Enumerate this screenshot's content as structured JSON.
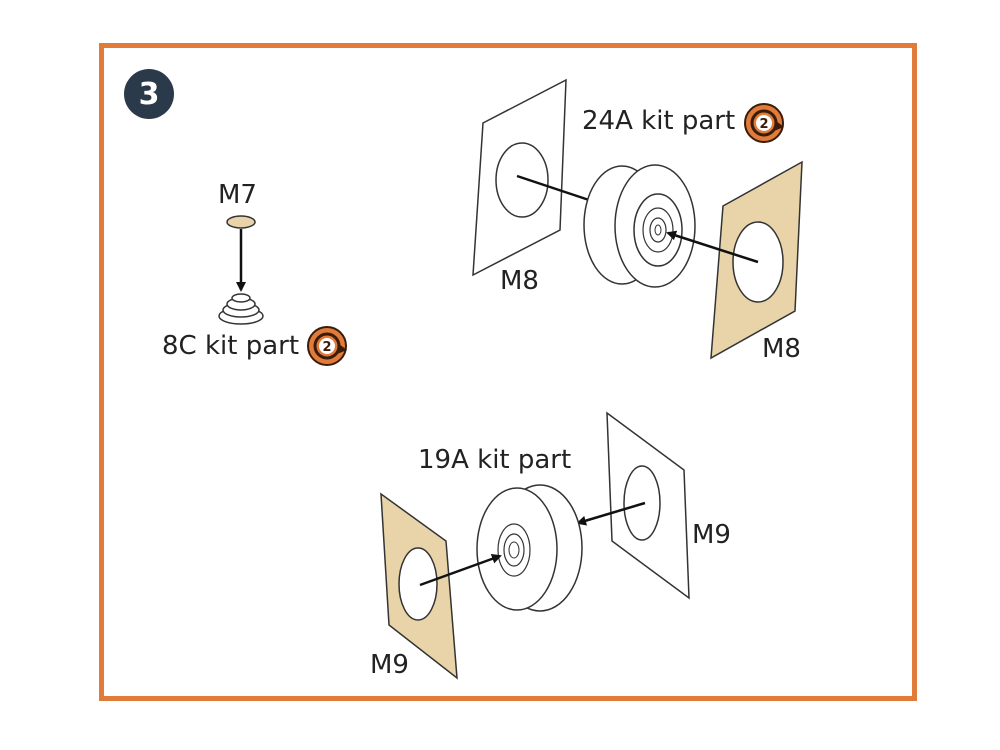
{
  "step": "3",
  "colors": {
    "frame": "#e07b39",
    "badge": "#2b3a4a",
    "paper": "#e8d4a8",
    "accent": "#e07b39"
  },
  "labels": {
    "m7": "M7",
    "kit_8c": "8C kit part",
    "kit_24a": "24A kit part",
    "m8_back": "M8",
    "m8_front": "M8",
    "kit_19a": "19A kit part",
    "m9_back": "M9",
    "m9_front": "M9"
  },
  "kit_part_icon": "circular-arrow-2-icon"
}
